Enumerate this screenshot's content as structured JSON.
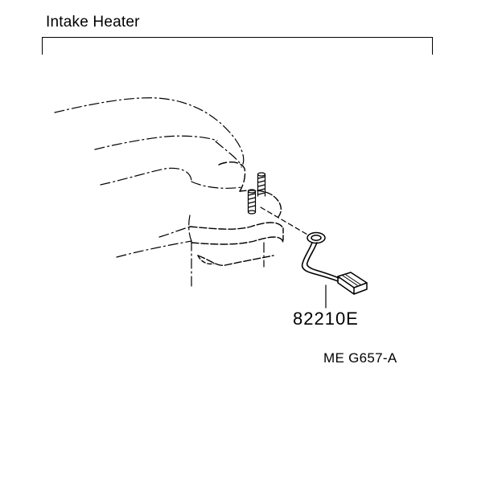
{
  "header": {
    "title": "Intake Heater"
  },
  "callouts": {
    "part_number": "82210E"
  },
  "footer": {
    "figure_code": "ME G657-A"
  }
}
